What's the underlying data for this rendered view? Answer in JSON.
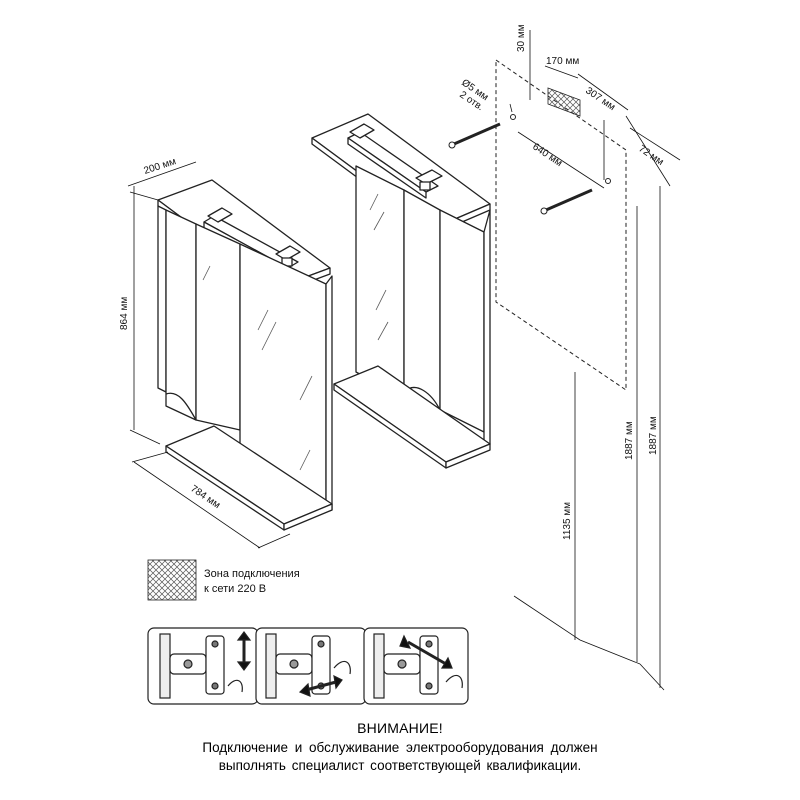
{
  "dimensions": {
    "depth": "200 мм",
    "height": "864 мм",
    "width": "784 мм",
    "top_offset": "30 мм",
    "zone_width": "170 мм",
    "zone_offset": "307 мм",
    "hole_diameter": "Ø5 мм",
    "hole_count": "2 отв.",
    "hole_spacing": "640 мм",
    "side_offset": "72 мм",
    "bottom_height": "1135 мм",
    "top_height_1": "1887 мм",
    "top_height_2": "1887 мм"
  },
  "legend": {
    "line1": "Зона подключения",
    "line2": "к сети 220 В"
  },
  "warning": {
    "title": "ВНИМАНИЕ!",
    "line1": "Подключение и обслуживание электрооборудования должен",
    "line2": "выполнять специалист соответствующей квалификации."
  }
}
